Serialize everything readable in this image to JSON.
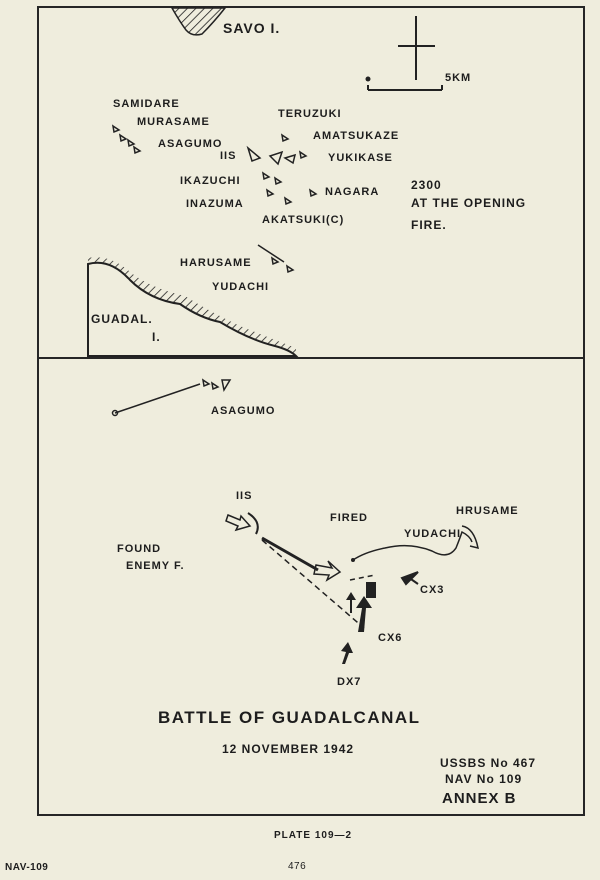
{
  "top_panel": {
    "island_savo": "SAVO I.",
    "scale_label": "5KM",
    "ships": {
      "samidare": "SAMIDARE",
      "murasame": "MURASAME",
      "asagumo": "ASAGUMO",
      "teruzuki": "TERUZUKI",
      "amatsukaze": "AMATSUKAZE",
      "yukikase": "YUKIKASE",
      "iis": "IIS",
      "ikazuchi": "IKAZUCHI",
      "inazuma": "INAZUMA",
      "nagara": "NAGARA",
      "akatsuki": "AKATSUKI(C)",
      "harusame": "HARUSAME",
      "yudachi": "YUDACHI"
    },
    "time_note_line1": "2300",
    "time_note_line2": "AT THE OPENING",
    "time_note_line3": "FIRE.",
    "island_guadal_line1": "GUADAL.",
    "island_guadal_line2": "I."
  },
  "bottom_panel": {
    "asagumo": "ASAGUMO",
    "iis": "IIS",
    "fired": "FIRED",
    "hrusame": "HRUSAME",
    "yudachi": "YUDACHI",
    "found_line1": "FOUND",
    "found_line2": "ENEMY F.",
    "cx3": "CX3",
    "cx6": "CX6",
    "dx7": "DX7",
    "title": "BATTLE OF GUADALCANAL",
    "date": "12 NOVEMBER 1942",
    "ref_line1": "USSBS No 467",
    "ref_line2": "NAV No 109",
    "annex": "ANNEX B"
  },
  "footer": {
    "plate": "PLATE 109—2",
    "nav_code": "NAV-109",
    "page_number": "476"
  },
  "colors": {
    "paper": "#efeddd",
    "ink": "#1d1d1d"
  }
}
